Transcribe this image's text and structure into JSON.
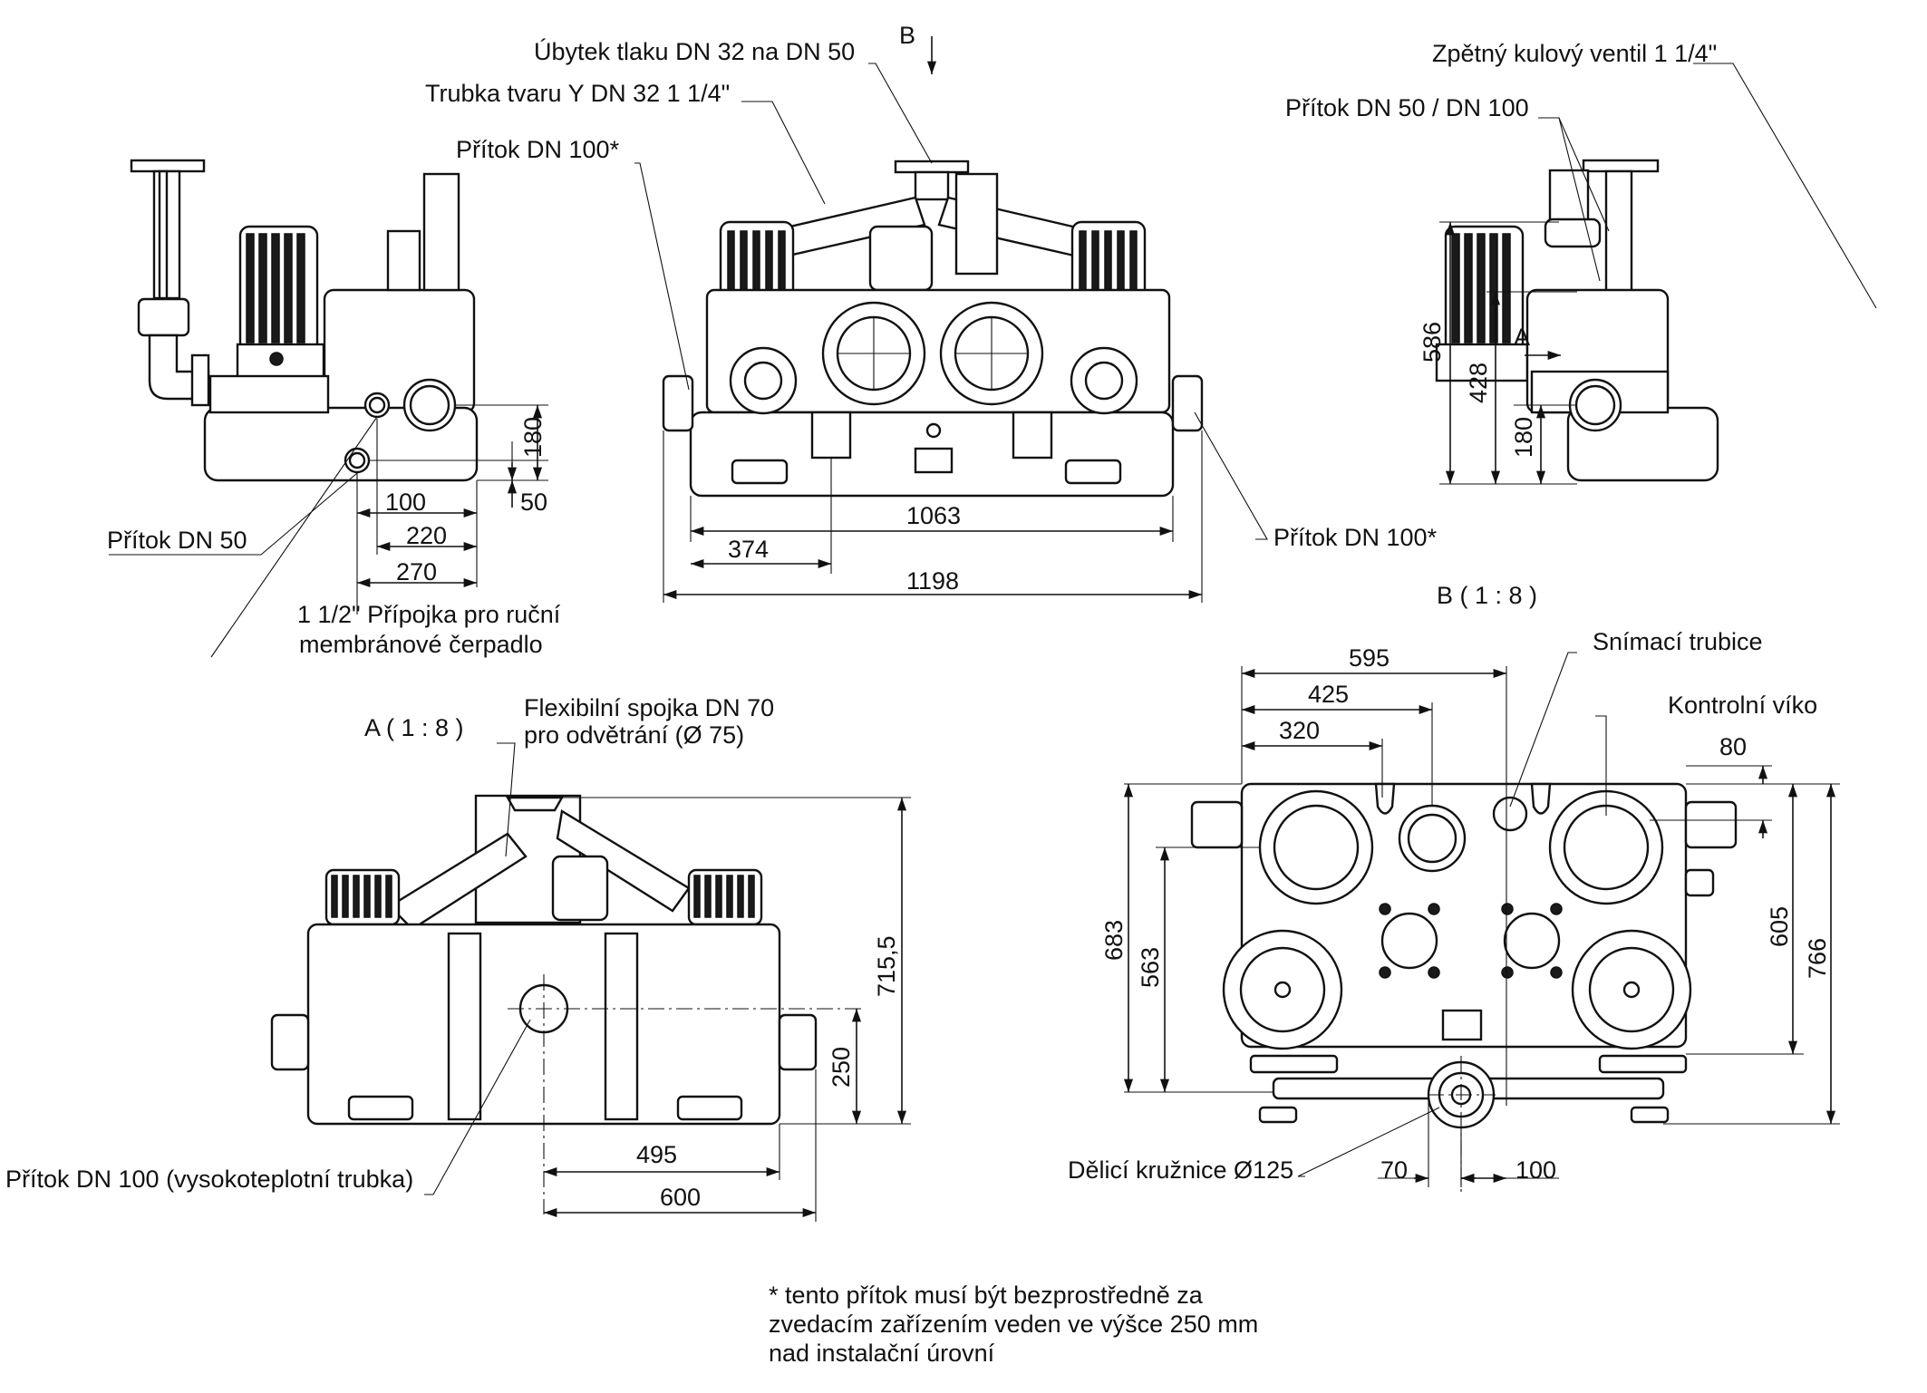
{
  "callouts": {
    "pressure_loss": "Úbytek tlaku DN 32 na DN 50",
    "y_pipe": "Trubka tvaru Y DN 32 1 1/4\"",
    "inlet_dn100_front": "Přítok DN 100*",
    "inlet_dn50": "Přítok DN 50",
    "hand_pump_line1": "1 1/2\" Přípojka pro ruční",
    "hand_pump_line2": "membránové čerpadlo",
    "inlet_dn100_right": "Přítok DN 100*",
    "check_valve": "Zpětný kulový ventil 1 1/4\"",
    "inlet_dn50_dn100": "Přítok DN 50 / DN 100",
    "flex_vent_line1": "Flexibilní spojka DN 70",
    "flex_vent_line2": "pro odvětrání (Ø 75)",
    "inlet_high_temp": "Přítok DN 100 (vysokoteplotní trubka)",
    "sensor_tube": "Snímací trubice",
    "inspection_cover": "Kontrolní víko",
    "pitch_circle": "Dělicí kružnice  Ø125"
  },
  "view_labels": {
    "arrow_b": "B",
    "arrow_a": "A",
    "view_a": "A ( 1 : 8 )",
    "view_b": "B ( 1 : 8 )"
  },
  "dimensions": {
    "side_left": {
      "d180": "180",
      "d100": "100",
      "d50": "50",
      "d220": "220",
      "d270": "270"
    },
    "front": {
      "d1063": "1063",
      "d374": "374",
      "d1198": "1198"
    },
    "side_right": {
      "d586": "586",
      "d428": "428",
      "d180": "180"
    },
    "view_a": {
      "d715": "715,5",
      "d250": "250",
      "d495": "495",
      "d600": "600"
    },
    "view_b": {
      "d595": "595",
      "d425": "425",
      "d320": "320",
      "d80": "80",
      "d683": "683",
      "d563": "563",
      "d605": "605",
      "d766": "766",
      "d70": "70",
      "d100": "100"
    }
  },
  "footnote": {
    "line1": "* tento přítok musí být bezprostředně za",
    "line2": "zvedacím zařízením veden ve výšce 250 mm",
    "line3": "nad instalační úrovní"
  }
}
